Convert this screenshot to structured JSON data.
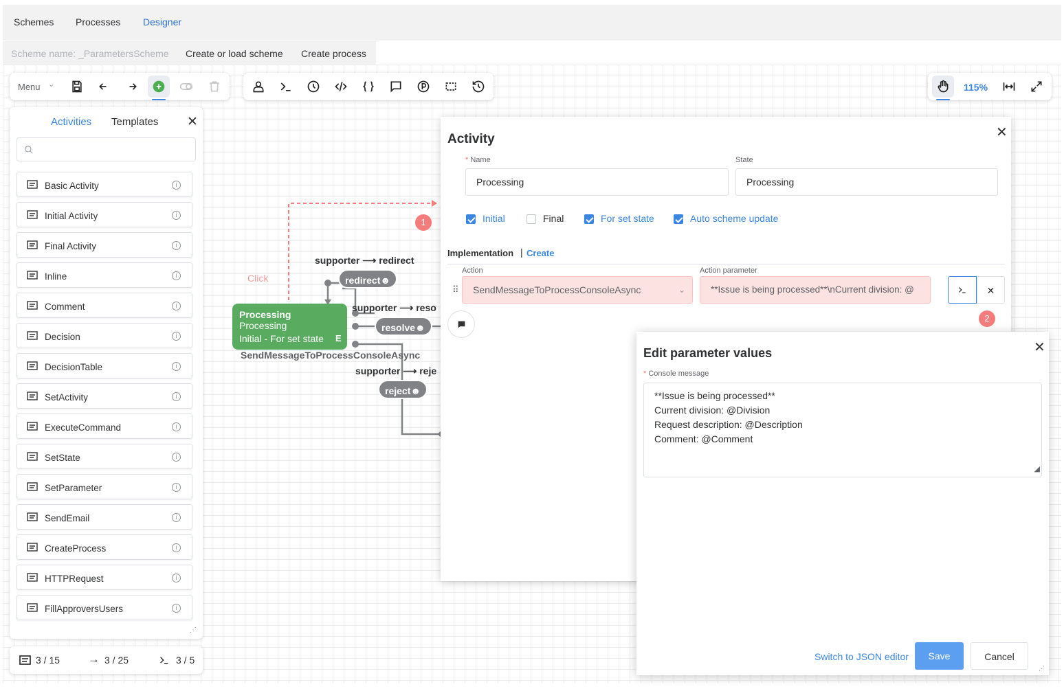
{
  "topnav": {
    "items": [
      "Schemes",
      "Processes",
      "Designer"
    ],
    "active": "Designer"
  },
  "subnav": {
    "scheme_name": "Scheme name: _ParametersScheme",
    "create_load": "Create or load scheme",
    "create_process": "Create process"
  },
  "toolbar_left": {
    "menu_label": "Menu"
  },
  "toolbar_right": {
    "zoom": "115%"
  },
  "left_panel": {
    "tabs": [
      "Activities",
      "Templates"
    ],
    "search_placeholder": "",
    "items": [
      "Basic Activity",
      "Initial Activity",
      "Final Activity",
      "Inline",
      "Comment",
      "Decision",
      "DecisionTable",
      "SetActivity",
      "ExecuteCommand",
      "SetState",
      "SetParameter",
      "SendEmail",
      "CreateProcess",
      "HTTPRequest",
      "FillApproversUsers"
    ]
  },
  "stats": {
    "activities": "3 / 15",
    "transitions": "3 / 25",
    "commands": "3 / 5"
  },
  "diagram": {
    "node_title": "Processing",
    "node_state": "Processing",
    "node_flags": "Initial - For set state",
    "node_badge": "E",
    "node_action": "SendMessageToProcessConsoleAsync",
    "click_label": "Click",
    "marker1": "1",
    "marker2": "2",
    "transitions": [
      {
        "label": "supporter",
        "arrow": "⟶",
        "target": "redirect",
        "pill": "redirect"
      },
      {
        "label": "supporter",
        "arrow": "⟶",
        "target": "reso",
        "pill": "resolve"
      },
      {
        "label": "supporter",
        "arrow": "⟶",
        "target": "reje",
        "pill": "reject"
      }
    ]
  },
  "activity_dialog": {
    "title": "Activity",
    "name_label": "Name",
    "name_value": "Processing",
    "state_label": "State",
    "state_value": "Processing",
    "checkboxes": [
      {
        "label": "Initial",
        "checked": true
      },
      {
        "label": "Final",
        "checked": false
      },
      {
        "label": "For set state",
        "checked": true
      },
      {
        "label": "Auto scheme update",
        "checked": true
      }
    ],
    "impl_label": "Implementation",
    "impl_create": "Create",
    "action_label": "Action",
    "action_value": "SendMessageToProcessConsoleAsync",
    "param_label": "Action parameter",
    "param_value": "**Issue is being processed**\\nCurrent division: @"
  },
  "edit_dialog": {
    "title": "Edit parameter values",
    "field_label": "Console message",
    "lines": [
      "**Issue is being processed**",
      "Current division: @Division",
      "Request description: @Description",
      "Comment: @Comment"
    ],
    "json_link": "Switch to JSON editor",
    "save": "Save",
    "cancel": "Cancel"
  },
  "colors": {
    "accent": "#3a86e0",
    "node_green": "#59ab5f",
    "pill_gray": "#808285",
    "marker_red": "#f47c7c",
    "error_bg": "#fde2e2"
  }
}
